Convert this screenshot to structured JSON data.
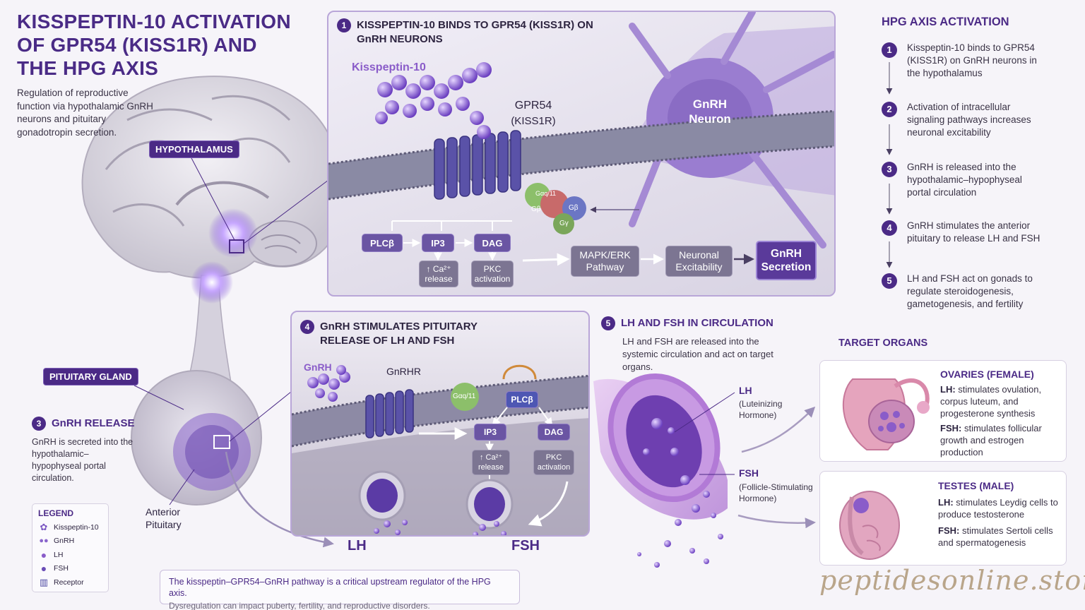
{
  "title": "KISSPEPTIN-10 ACTIVATION OF GPR54 (KISS1R) AND THE HPG AXIS",
  "subtitle": "Regulation of reproductive function via hypothalamic GnRH neurons and pituitary gonadotropin secretion.",
  "labels": {
    "hypothalamus": "HYPOTHALAMUS",
    "pituitary_gland": "PITUITARY GLAND",
    "anterior_pituitary": "Anterior Pituitary"
  },
  "section3": {
    "num": "3",
    "title": "GnRH RELEASE",
    "body": "GnRH is secreted into the hypothalamic–hypophyseal portal circulation."
  },
  "panel1": {
    "num": "1",
    "title": "KISSPEPTIN-10 BINDS TO GPR54 (KISS1R) ON GnRH NEURONS",
    "kisspeptin_label": "Kisspeptin-10",
    "receptor_label": "GPR54",
    "receptor_sub": "(KISS1R)",
    "neuron_label": "GnRH Neuron",
    "g_alpha": "Gαq/11",
    "g_beta": "Gβ",
    "g_beta2": "Gβ",
    "g_gamma": "Gγ",
    "plcb": "PLCβ",
    "ip3": "IP3",
    "dag": "DAG",
    "ca_release": "↑ Ca²⁺ release",
    "pkc": "PKC activation",
    "mapk": "MAPK/ERK Pathway",
    "excitability": "Neuronal Excitability",
    "secretion": "GnRH Secretion"
  },
  "panel2": {
    "num": "4",
    "title": "GnRH STIMULATES PITUITARY RELEASE OF LH AND FSH",
    "gnrh_label": "GnRH",
    "receptor_label": "GnRHR",
    "g_alpha": "Gαq/11",
    "plcb": "PLCβ",
    "ip3": "IP3",
    "dag": "DAG",
    "ca_release": "↑ Ca²⁺ release",
    "pkc": "PKC activation",
    "lh": "LH",
    "fsh": "FSH"
  },
  "section5": {
    "num": "5",
    "title": "LH AND FSH IN CIRCULATION",
    "body": "LH and FSH are released into the systemic circulation and act on target organs.",
    "lh_label": "LH",
    "lh_sub": "(Luteinizing Hormone)",
    "fsh_label": "FSH",
    "fsh_sub": "(Follicle-Stimulating Hormone)"
  },
  "hpg": {
    "title": "HPG AXIS ACTIVATION",
    "steps": [
      {
        "num": "1",
        "text": "Kisspeptin-10 binds to GPR54 (KISS1R) on GnRH neurons in the hypothalamus"
      },
      {
        "num": "2",
        "text": "Activation of intracellular signaling pathways increases neuronal excitability"
      },
      {
        "num": "3",
        "text": "GnRH is released into the hypothalamic–hypophyseal portal circulation"
      },
      {
        "num": "4",
        "text": "GnRH stimulates the anterior pituitary to release LH and FSH"
      },
      {
        "num": "5",
        "text": "LH and FSH act on gonads to regulate steroidogenesis, gametogenesis, and fertility"
      }
    ]
  },
  "targets": {
    "title": "TARGET ORGANS",
    "ovaries": {
      "title": "OVARIES (FEMALE)",
      "lh_key": "LH:",
      "lh_text": "stimulates ovulation, corpus luteum, and progesterone synthesis",
      "fsh_key": "FSH:",
      "fsh_text": "stimulates follicular growth and estrogen production"
    },
    "testes": {
      "title": "TESTES (MALE)",
      "lh_key": "LH:",
      "lh_text": "stimulates Leydig cells to produce testosterone",
      "fsh_key": "FSH:",
      "fsh_text": "stimulates Sertoli cells and spermatogenesis"
    }
  },
  "legend": {
    "title": "LEGEND",
    "items": [
      "Kisspeptin-10",
      "GnRH",
      "LH",
      "FSH",
      "Receptor"
    ]
  },
  "footer": {
    "line1": "The kisspeptin–GPR54–GnRH pathway is a critical upstream regulator of the HPG axis.",
    "line2": "Dysregulation can impact puberty, fertility, and reproductive disorders."
  },
  "watermark": "peptidesonline.store",
  "colors": {
    "primary": "#4b2a86",
    "accent": "#8a6fd0",
    "pill": "#6a55a3"
  }
}
